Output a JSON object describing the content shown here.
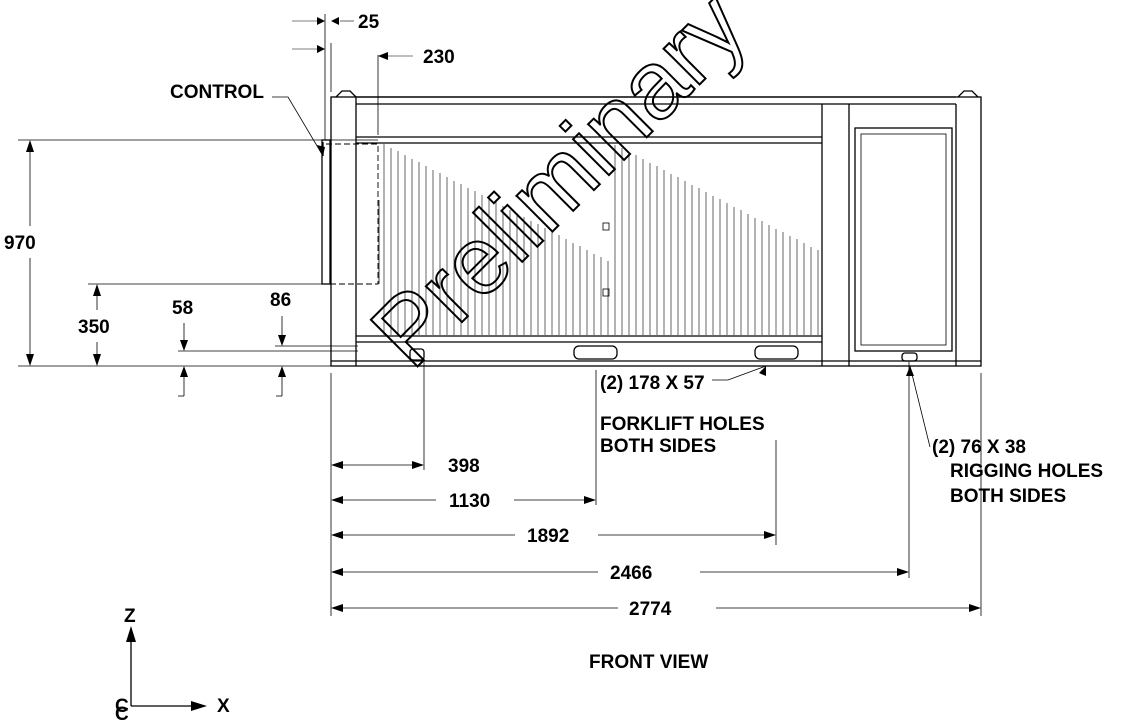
{
  "title": "FRONT VIEW",
  "watermark": "Preliminary",
  "callouts": {
    "control": "CONTROL",
    "forklift": [
      "(2) 178 X 57",
      "FORKLIFT HOLES",
      "BOTH SIDES"
    ],
    "rigging": [
      "(2) 76 X 38",
      "RIGGING HOLES",
      "BOTH SIDES"
    ]
  },
  "dimensions": {
    "d25": "25",
    "d230": "230",
    "d970": "970",
    "d350": "350",
    "d58": "58",
    "d86": "86",
    "d398": "398",
    "d1130": "1130",
    "d1892": "1892",
    "d2466": "2466",
    "d2774": "2774"
  },
  "axes": {
    "z": "Z",
    "x": "X",
    "origin": "C"
  }
}
